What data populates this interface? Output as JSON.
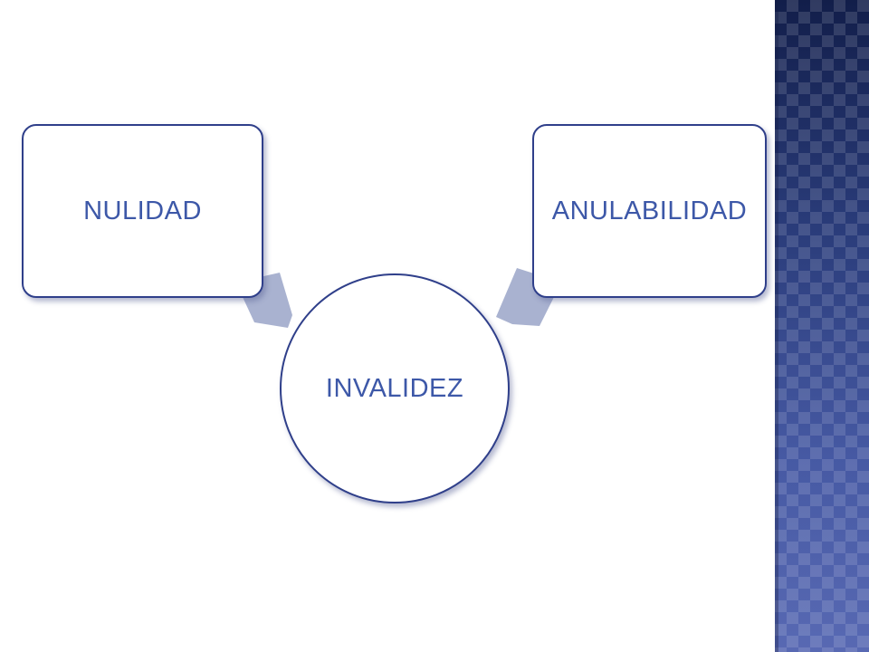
{
  "diagram": {
    "nodes": {
      "left": {
        "label": "NULIDAD"
      },
      "right": {
        "label": "ANULABILIDAD"
      },
      "center": {
        "label": "INVALIDEZ"
      }
    },
    "colors": {
      "node_border": "#2f3f8a",
      "node_text": "#3d58a8",
      "arrow_fill": "#a9b2d0",
      "side_band": "#3a4f8f"
    }
  }
}
